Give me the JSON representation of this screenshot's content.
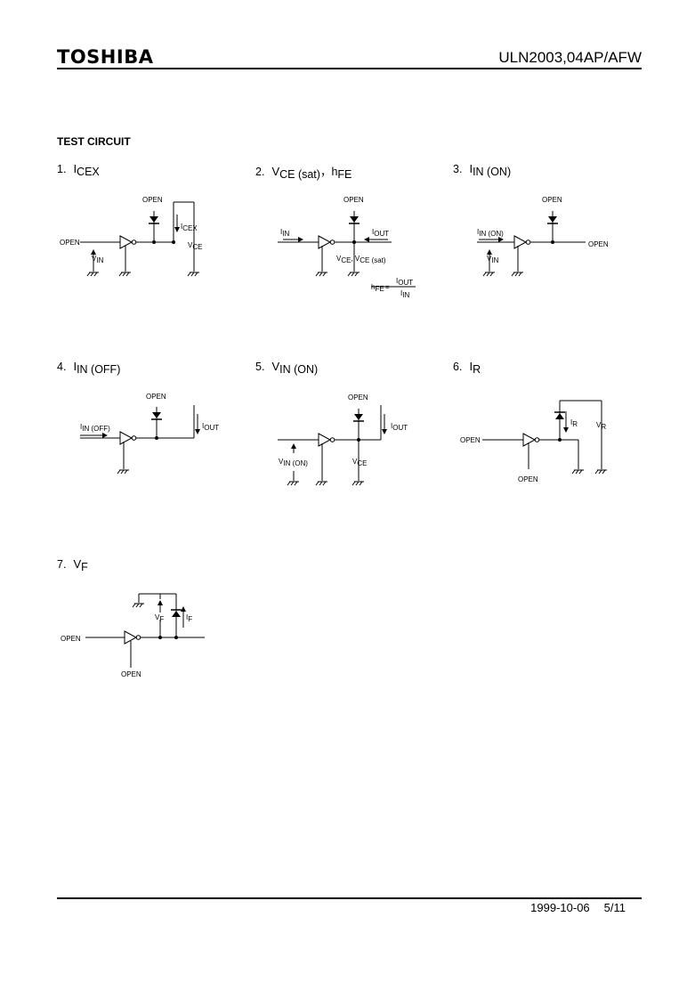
{
  "header": {
    "logo": "TOSHIBA",
    "part_number": "ULN2003,04AP/AFW"
  },
  "section_title": "TEST CIRCUIT",
  "circuits": [
    {
      "num": "1.",
      "sym": "I",
      "sub": "CEX",
      "extra": ""
    },
    {
      "num": "2.",
      "sym": "V",
      "sub": "CE (sat)",
      "extra": "，h",
      "extra_sub": "FE"
    },
    {
      "num": "3.",
      "sym": "I",
      "sub": "IN (ON)",
      "extra": ""
    },
    {
      "num": "4.",
      "sym": "I",
      "sub": "IN (OFF)",
      "extra": ""
    },
    {
      "num": "5.",
      "sym": "V",
      "sub": "IN (ON)",
      "extra": ""
    },
    {
      "num": "6.",
      "sym": "I",
      "sub": "R",
      "extra": ""
    },
    {
      "num": "7.",
      "sym": "V",
      "sub": "F",
      "extra": ""
    }
  ],
  "labels": {
    "open": "OPEN",
    "icex": "I",
    "icex_sub": "CEX",
    "vin": "V",
    "vin_sub": "IN",
    "vce": "V",
    "vce_sub": "CE",
    "iin": "I",
    "iin_sub": "IN",
    "iout": "I",
    "iout_sub": "OUT",
    "vce_sat": "V",
    "vce_sat_sub1": "CE",
    "vce_sat_mid": ", V",
    "vce_sat_sub2": "CE (sat)",
    "hfe": "h",
    "hfe_sub": "FE",
    "eq": "=",
    "iin_on": "I",
    "iin_on_sub": "IN (ON)",
    "iin_off": "I",
    "iin_off_sub": "IN (OFF)",
    "vin_on": "V",
    "vin_on_sub": "IN (ON)",
    "ir": "I",
    "ir_sub": "R",
    "vr": "V",
    "vr_sub": "R",
    "vf": "V",
    "vf_sub": "F",
    "if": "I",
    "if_sub": "F"
  },
  "footer": {
    "date": "1999-10-06",
    "page": "5/11"
  }
}
